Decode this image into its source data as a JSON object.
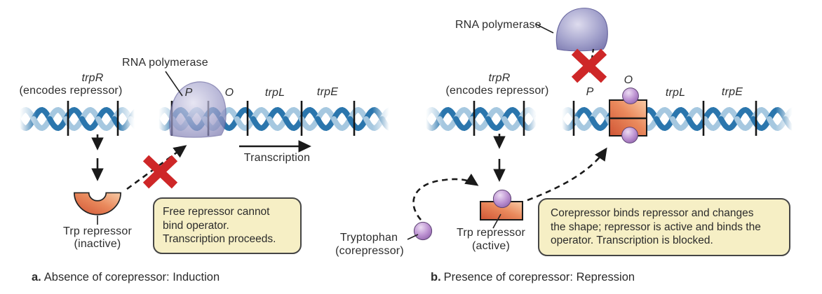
{
  "figure": {
    "panel_a": {
      "caption_prefix": "a.",
      "caption": "Absence of corepressor: Induction",
      "rna_polymerase_label": "RNA polymerase",
      "gene_trpR": "trpR",
      "gene_trpR_note": "(encodes repressor)",
      "site_P": "P",
      "site_O": "O",
      "gene_trpL": "trpL",
      "gene_trpE": "trpE",
      "transcription_label": "Transcription",
      "repressor_label": "Trp repressor",
      "repressor_state": "(inactive)",
      "callout": "Free repressor cannot bind operator. Transcription proceeds."
    },
    "panel_b": {
      "caption_prefix": "b.",
      "caption": "Presence of corepressor: Repression",
      "rna_polymerase_label": "RNA polymerase",
      "gene_trpR": "trpR",
      "gene_trpR_note": "(encodes repressor)",
      "site_P": "P",
      "site_O": "O",
      "gene_trpL": "trpL",
      "gene_trpE": "trpE",
      "tryptophan_label": "Tryptophan",
      "tryptophan_note": "(corepressor)",
      "repressor_label": "Trp repressor",
      "repressor_state": "(active)",
      "callout": "Corepressor binds repressor and changes the shape; repressor is active and binds the operator. Transcription is blocked."
    },
    "colors": {
      "dna_dark": "#2b76ad",
      "dna_light": "#a6c8e0",
      "polymerase_purple": "#8f8ec1",
      "repressor_orange": "#e2744c",
      "tryptophan_purple": "#aa7fc3",
      "blocked_x_red": "#ce2728",
      "callout_bg": "#f6efc5"
    }
  }
}
